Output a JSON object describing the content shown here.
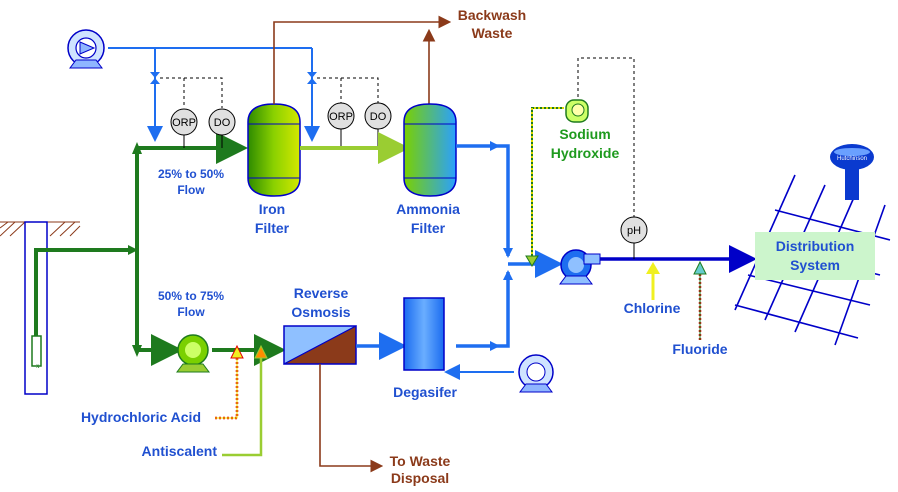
{
  "labels": {
    "backwash_line1": "Backwash",
    "backwash_line2": "Waste",
    "iron_line1": "Iron",
    "iron_line2": "Filter",
    "ammonia_line1": "Ammonia",
    "ammonia_line2": "Filter",
    "sodium_line1": "Sodium",
    "sodium_line2": "Hydroxide",
    "flow_top_line1": "25% to 50%",
    "flow_top_line2": "Flow",
    "flow_bottom_line1": "50% to 75%",
    "flow_bottom_line2": "Flow",
    "ro_line1": "Reverse",
    "ro_line2": "Osmosis",
    "degasifer": "Degasifer",
    "chlorine": "Chlorine",
    "fluoride": "Fluoride",
    "distribution_line1": "Distribution",
    "distribution_line2": "System",
    "hydrochloric": "Hydrochloric Acid",
    "antiscalent": "Antiscalent",
    "waste_line1": "To Waste",
    "waste_line2": "Disposal",
    "tower_text": "Hutchinson"
  },
  "instruments": {
    "orp": "ORP",
    "do": "DO",
    "ph": "pH"
  },
  "colors": {
    "dark_green": "#1e7a1e",
    "light_green": "#9acd32",
    "blue": "#1e6ef0",
    "brown": "#8b3a1a",
    "navy": "#0000c8",
    "chlorine_yellow": "#f0f020",
    "acid_red": "#e00000",
    "distribution_box": "#ccf5cc",
    "label_blue": "#2050d0"
  }
}
